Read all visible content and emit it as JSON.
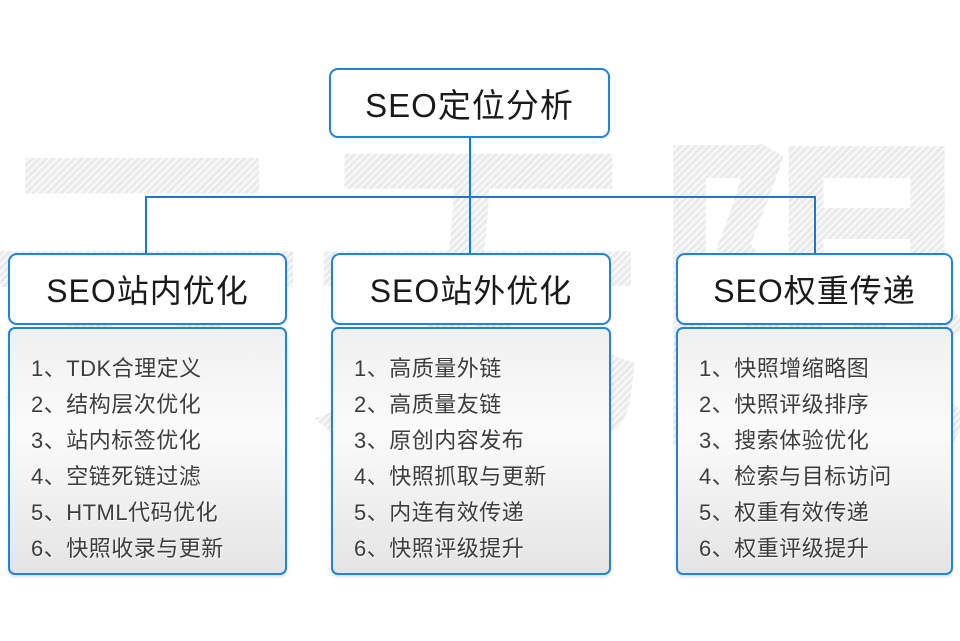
{
  "watermark": {
    "text": "云无限"
  },
  "root_node": {
    "title": "SEO定位分析"
  },
  "columns": [
    {
      "title": "SEO站内优化",
      "items": [
        "1、TDK合理定义",
        "2、结构层次优化",
        "3、站内标签优化",
        "4、空链死链过滤",
        "5、HTML代码优化",
        "6、快照收录与更新"
      ]
    },
    {
      "title": "SEO站外优化",
      "items": [
        "1、高质量外链",
        "2、高质量友链",
        "3、原创内容发布",
        "4、快照抓取与更新",
        "5、内连有效传递",
        "6、快照评级提升"
      ]
    },
    {
      "title": "SEO权重传递",
      "items": [
        "1、快照增缩略图",
        "2、快照评级排序",
        "3、搜索体验优化",
        "4、检索与目标访问",
        "5、权重有效传递",
        "6、权重评级提升"
      ]
    }
  ],
  "colors": {
    "connector_blue": "#1b78cc",
    "box_border_blue": "#2383d6",
    "title_text": "#1a1a1a",
    "item_text": "#3d3d3d",
    "watermark_gray": "#eaeaea",
    "body_gradient_top": "#f0f0f0",
    "body_gradient_bottom": "#e4e4e4"
  }
}
